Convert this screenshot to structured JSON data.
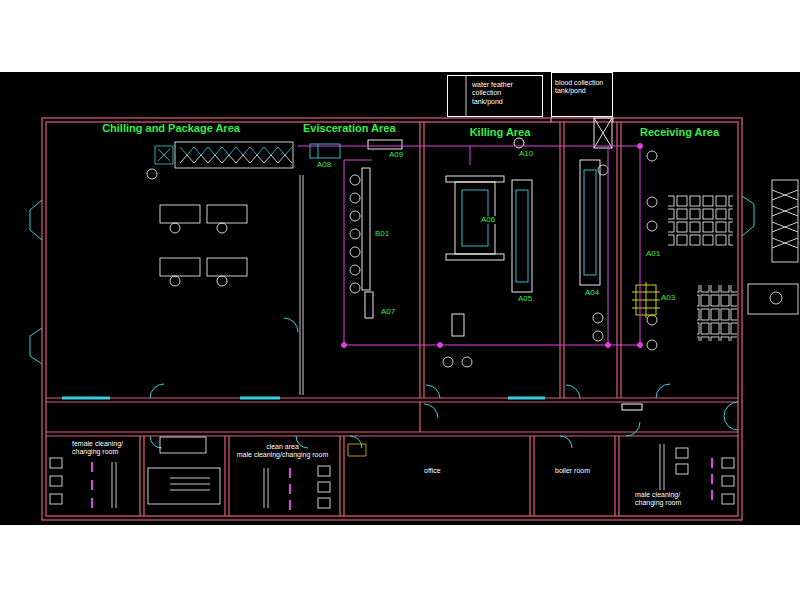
{
  "diagram": {
    "nodes": [
      {
        "text": [
          "water feather collection tank/pond"
        ]
      },
      {
        "text": [
          "blood collection tank/pond"
        ]
      },
      {
        "text": [
          "Chilling and Package Area"
        ]
      },
      {
        "text": [
          "Evisceration Area"
        ]
      },
      {
        "text": [
          "Killing Area"
        ]
      },
      {
        "text": [
          "Receiving Area"
        ]
      },
      {
        "text": [
          "female cleaning/ changing room"
        ]
      },
      {
        "text": [
          "clean area",
          "male cleaning/changing room"
        ]
      },
      {
        "text": [
          "office"
        ]
      },
      {
        "text": [
          "boiler room"
        ]
      },
      {
        "text": [
          "male cleaning/ changing room"
        ]
      }
    ],
    "labels": [
      "A08",
      "A09",
      "A10",
      "A06",
      "B01",
      "A05",
      "A04",
      "A03",
      "A01",
      "A07"
    ]
  }
}
